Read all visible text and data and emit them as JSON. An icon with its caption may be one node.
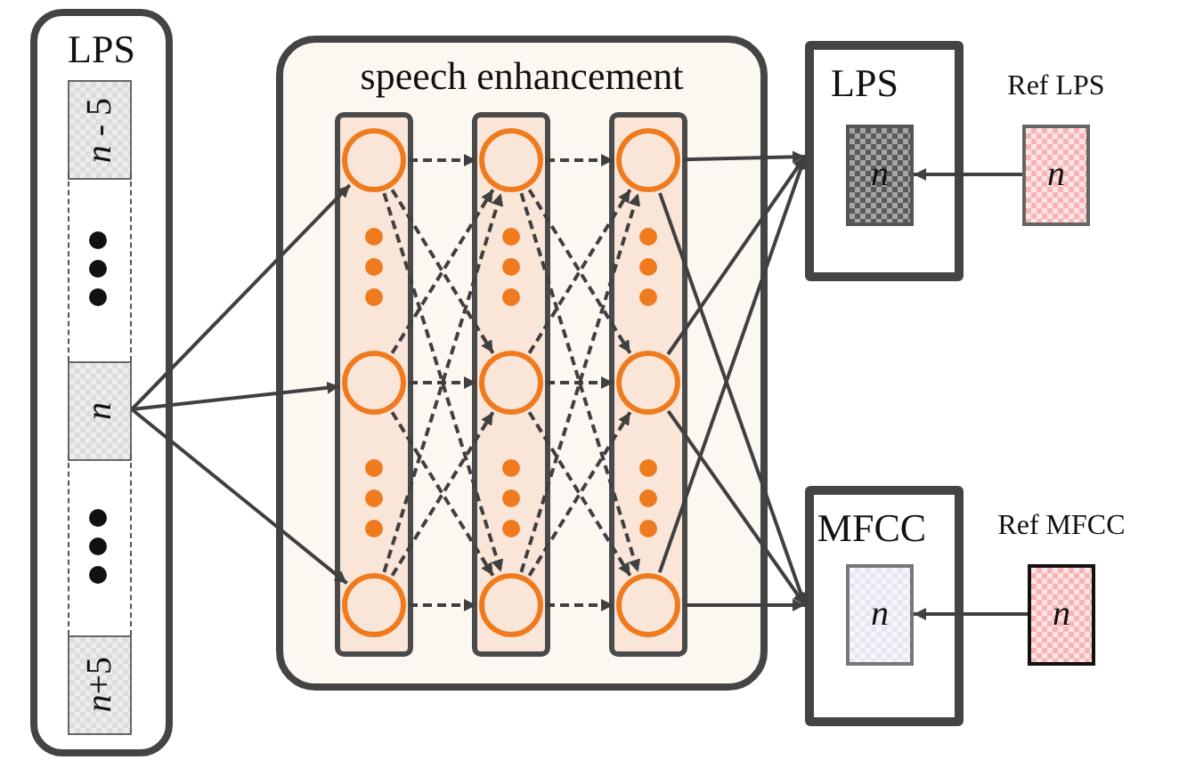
{
  "diagram": {
    "nodes": [
      {
        "text": [
          "LPS"
        ]
      },
      {
        "text": [
          "*n* - 5"
        ],
        "in": 0
      },
      {
        "text": [
          "n"
        ],
        "in": 0
      },
      {
        "text": [
          "*n*+5"
        ],
        "in": 0
      },
      {
        "text": [
          "speech enhancement"
        ]
      },
      {
        "text": [],
        "shape": "bar",
        "in": 4
      },
      {
        "text": [],
        "shape": "bar",
        "in": 4
      },
      {
        "text": [],
        "shape": "bar",
        "in": 4
      },
      {
        "text": [],
        "shape": "circle",
        "in": 5
      },
      {
        "text": [],
        "shape": "circle",
        "in": 5
      },
      {
        "text": [],
        "shape": "circle",
        "in": 5
      },
      {
        "text": [],
        "shape": "circle",
        "in": 6
      },
      {
        "text": [],
        "shape": "circle",
        "in": 6
      },
      {
        "text": [],
        "shape": "circle",
        "in": 6
      },
      {
        "text": [],
        "shape": "circle",
        "in": 7
      },
      {
        "text": [],
        "shape": "circle",
        "in": 7
      },
      {
        "text": [],
        "shape": "circle",
        "in": 7
      },
      {
        "text": [
          "LPS"
        ]
      },
      {
        "text": [
          "n"
        ],
        "in": 17
      },
      {
        "text": [
          "Ref LPS",
          "n"
        ]
      },
      {
        "text": [
          "MFCC"
        ]
      },
      {
        "text": [
          "n"
        ],
        "in": 20
      },
      {
        "text": [
          "Ref MFCC",
          "n"
        ]
      }
    ],
    "edges": [
      {
        "from": 2,
        "to": 8,
        "arrow": "to"
      },
      {
        "from": 2,
        "to": 9,
        "arrow": "to"
      },
      {
        "from": 2,
        "to": 10,
        "arrow": "to"
      },
      {
        "from": 8,
        "to": 11,
        "arrow": "to",
        "style": "dashed"
      },
      {
        "from": 8,
        "to": 12,
        "arrow": "to",
        "style": "dashed"
      },
      {
        "from": 8,
        "to": 13,
        "arrow": "to",
        "style": "dashed"
      },
      {
        "from": 9,
        "to": 11,
        "arrow": "to",
        "style": "dashed"
      },
      {
        "from": 9,
        "to": 12,
        "arrow": "to",
        "style": "dashed"
      },
      {
        "from": 9,
        "to": 13,
        "arrow": "to",
        "style": "dashed"
      },
      {
        "from": 10,
        "to": 11,
        "arrow": "to",
        "style": "dashed"
      },
      {
        "from": 10,
        "to": 12,
        "arrow": "to",
        "style": "dashed"
      },
      {
        "from": 10,
        "to": 13,
        "arrow": "to",
        "style": "dashed"
      },
      {
        "from": 11,
        "to": 14,
        "arrow": "to",
        "style": "dashed"
      },
      {
        "from": 11,
        "to": 15,
        "arrow": "to",
        "style": "dashed"
      },
      {
        "from": 11,
        "to": 16,
        "arrow": "to",
        "style": "dashed"
      },
      {
        "from": 12,
        "to": 14,
        "arrow": "to",
        "style": "dashed"
      },
      {
        "from": 12,
        "to": 15,
        "arrow": "to",
        "style": "dashed"
      },
      {
        "from": 12,
        "to": 16,
        "arrow": "to",
        "style": "dashed"
      },
      {
        "from": 13,
        "to": 14,
        "arrow": "to",
        "style": "dashed"
      },
      {
        "from": 13,
        "to": 15,
        "arrow": "to",
        "style": "dashed"
      },
      {
        "from": 13,
        "to": 16,
        "arrow": "to",
        "style": "dashed"
      },
      {
        "from": 14,
        "to": 17,
        "arrow": "to"
      },
      {
        "from": 14,
        "to": 20,
        "arrow": "to"
      },
      {
        "from": 15,
        "to": 17,
        "arrow": "to"
      },
      {
        "from": 15,
        "to": 20,
        "arrow": "to"
      },
      {
        "from": 16,
        "to": 17,
        "arrow": "to"
      },
      {
        "from": 16,
        "to": 20,
        "arrow": "to"
      },
      {
        "from": 19,
        "to": 18,
        "arrow": "to"
      },
      {
        "from": 22,
        "to": 21,
        "arrow": "to"
      }
    ]
  }
}
